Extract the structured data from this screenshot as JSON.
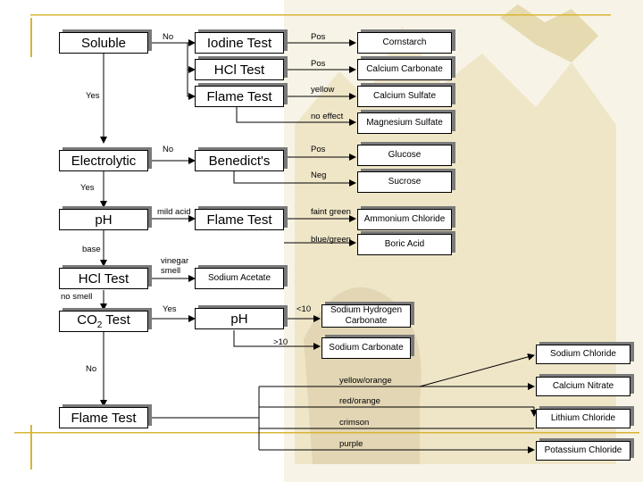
{
  "tests": {
    "soluble": "Soluble",
    "iodine": "Iodine Test",
    "hcl1": "HCl Test",
    "flame1": "Flame Test",
    "electrolytic": "Electrolytic",
    "benedicts": "Benedict's",
    "ph1": "pH",
    "flame2": "Flame Test",
    "hcl2": "HCl Test",
    "co2_main": "CO",
    "co2_sub": "2",
    "co2_tail": " Test",
    "ph2": "pH",
    "flame3": "Flame Test"
  },
  "results": {
    "cornstarch": "Cornstarch",
    "calcium_carbonate": "Calcium Carbonate",
    "calcium_sulfate": "Calcium Sulfate",
    "magnesium_sulfate": "Magnesium Sulfate",
    "glucose": "Glucose",
    "sucrose": "Sucrose",
    "ammonium_chloride": "Ammonium Chloride",
    "boric_acid": "Boric Acid",
    "sodium_acetate": "Sodium Acetate",
    "sodium_hydrogen_carbonate": "Sodium Hydrogen Carbonate",
    "sodium_carbonate": "Sodium Carbonate",
    "sodium_chloride": "Sodium Chloride",
    "calcium_nitrate": "Calcium Nitrate",
    "lithium_chloride": "Lithium Chloride",
    "potassium_chloride": "Potassium Chloride"
  },
  "labels": {
    "no1": "No",
    "pos_iodine": "Pos",
    "pos_hcl": "Pos",
    "yes1": "Yes",
    "yellow": "yellow",
    "no_effect": "no effect",
    "no2": "No",
    "pos_benedicts": "Pos",
    "neg": "Neg",
    "yes2": "Yes",
    "mild_acid": "mild acid",
    "faint_green": "faint green",
    "blue_green": "blue/green",
    "base": "base",
    "vinegar_smell": "vinegar smell",
    "no_smell": "no smell",
    "yes3": "Yes",
    "lt10": "<10",
    "gt10": ">10",
    "no3": "No",
    "yellow_orange": "yellow/orange",
    "red_orange": "red/orange",
    "crimson": "crimson",
    "purple": "purple"
  },
  "colors": {
    "accent_gold": "#d8b536",
    "shadow": "#7a7a7a",
    "line": "#000000"
  }
}
